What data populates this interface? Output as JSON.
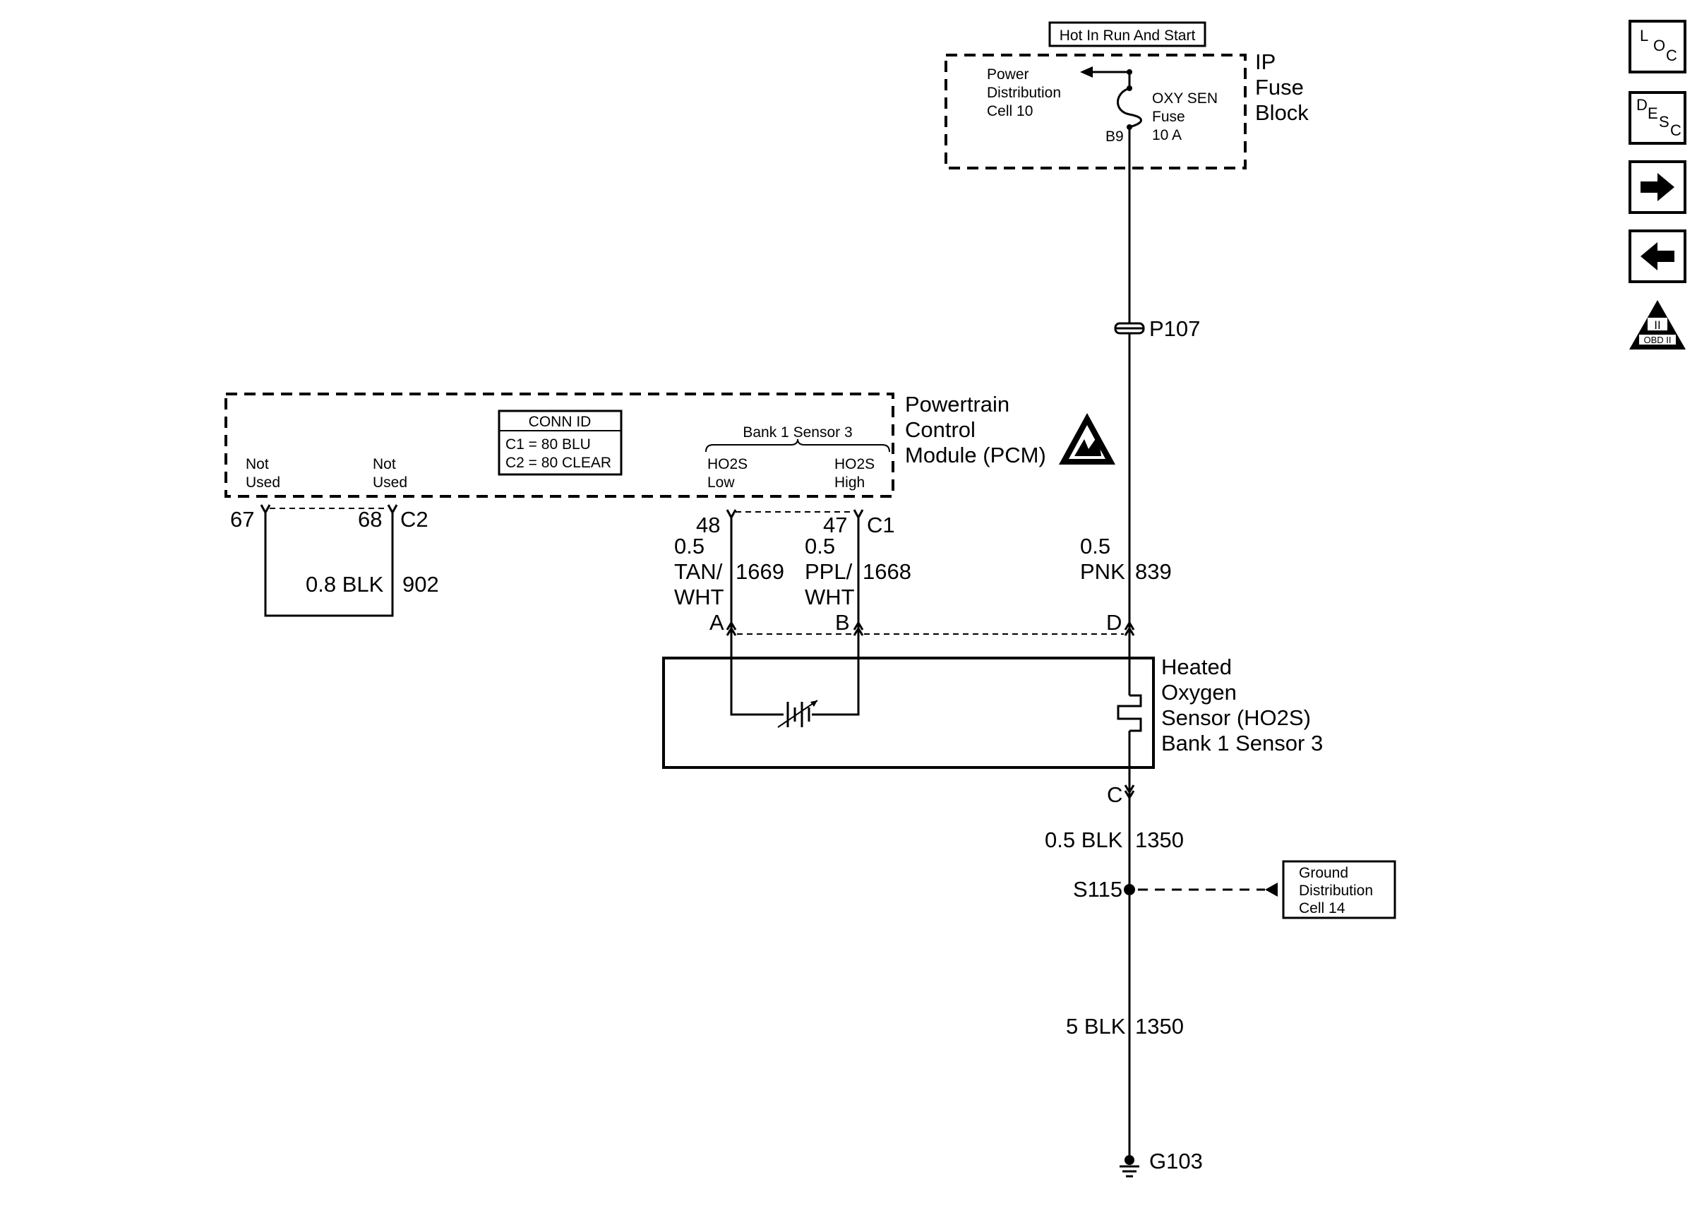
{
  "fuse_block": {
    "hot_label": "Hot In Run And Start",
    "title_l1": "IP",
    "title_l2": "Fuse",
    "title_l3": "Block",
    "power_dist_l1": "Power",
    "power_dist_l2": "Distribution",
    "power_dist_l3": "Cell 10",
    "fuse_l1": "OXY SEN",
    "fuse_l2": "Fuse",
    "fuse_l3": "10 A",
    "terminal": "B9"
  },
  "connector_p107": "P107",
  "pcm": {
    "title_l1": "Powertrain",
    "title_l2": "Control",
    "title_l3": "Module (PCM)",
    "conn_id_title": "CONN ID",
    "conn_id_c1": "C1 = 80 BLU",
    "conn_id_c2": "C2 = 80 CLEAR",
    "bank_label": "Bank 1 Sensor 3",
    "ho2s_low_l1": "HO2S",
    "ho2s_low_l2": "Low",
    "ho2s_high_l1": "HO2S",
    "ho2s_high_l2": "High",
    "not_used_1_l1": "Not",
    "not_used_1_l2": "Used",
    "not_used_2_l1": "Not",
    "not_used_2_l2": "Used"
  },
  "pins": {
    "p67": "67",
    "p68": "68",
    "c2": "C2",
    "p48": "48",
    "p47": "47",
    "c1": "C1"
  },
  "wires": {
    "w902_gauge": "0.8 BLK",
    "w902_circuit": "902",
    "w1669_gauge": "0.5",
    "w1669_color_l1": "TAN/",
    "w1669_color_l2": "WHT",
    "w1669_circuit": "1669",
    "w1668_gauge": "0.5",
    "w1668_color_l1": "PPL/",
    "w1668_color_l2": "WHT",
    "w1668_circuit": "1668",
    "w839_gauge": "0.5",
    "w839_color": "PNK",
    "w839_circuit": "839",
    "w1350a_gauge": "0.5 BLK",
    "w1350a_circuit": "1350",
    "w1350b_gauge": "5 BLK",
    "w1350b_circuit": "1350"
  },
  "sensor": {
    "pin_a": "A",
    "pin_b": "B",
    "pin_d": "D",
    "pin_c": "C",
    "title_l1": "Heated",
    "title_l2": "Oxygen",
    "title_l3": "Sensor (HO2S)",
    "title_l4": "Bank 1 Sensor 3"
  },
  "splice": "S115",
  "ground_dist_l1": "Ground",
  "ground_dist_l2": "Distribution",
  "ground_dist_l3": "Cell 14",
  "ground": "G103",
  "side_nav": {
    "loc_l": "L",
    "loc_o": "O",
    "loc_c": "C",
    "desc_d": "D",
    "desc_e": "E",
    "desc_s": "S",
    "desc_c": "C",
    "obd_label": "OBD II",
    "obd_roman": "II"
  }
}
